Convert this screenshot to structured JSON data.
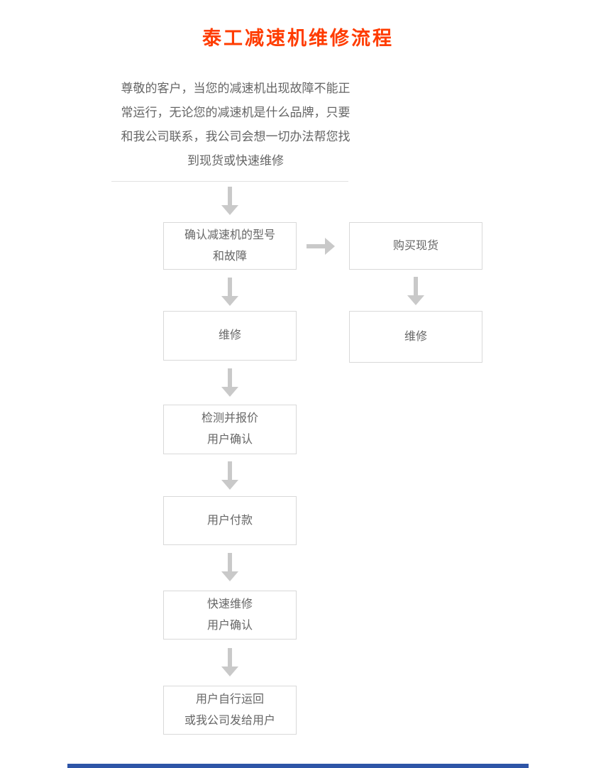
{
  "page": {
    "title": "泰工减速机维修流程",
    "intro": "尊敬的客户，当您的减速机出现故障不能正\n常运行，无论您的减速机是什么品牌，只要\n和我公司联系，我公司会想一切办法帮您找\n到现货或快速维修"
  },
  "colors": {
    "title_text": "#ff3c00",
    "body_text": "#666666",
    "box_border": "#d9d9d9",
    "arrow": "#c9c9c9",
    "divider": "#e2e2e2",
    "footer_bar": "#2e55a7"
  },
  "flowchart": {
    "nodes": {
      "confirm": {
        "line1": "确认减速机的型号",
        "line2": "和故障"
      },
      "buy_stock": {
        "line1": "购买现货"
      },
      "repair_left": {
        "line1": "维修"
      },
      "repair_right": {
        "line1": "维修"
      },
      "inspect": {
        "line1": "检测并报价",
        "line2": "用户确认"
      },
      "payment": {
        "line1": "用户付款"
      },
      "fast_repair": {
        "line1": "快速维修",
        "line2": "用户确认"
      },
      "return": {
        "line1": "用户自行运回",
        "line2": "或我公司发给用户"
      }
    }
  }
}
